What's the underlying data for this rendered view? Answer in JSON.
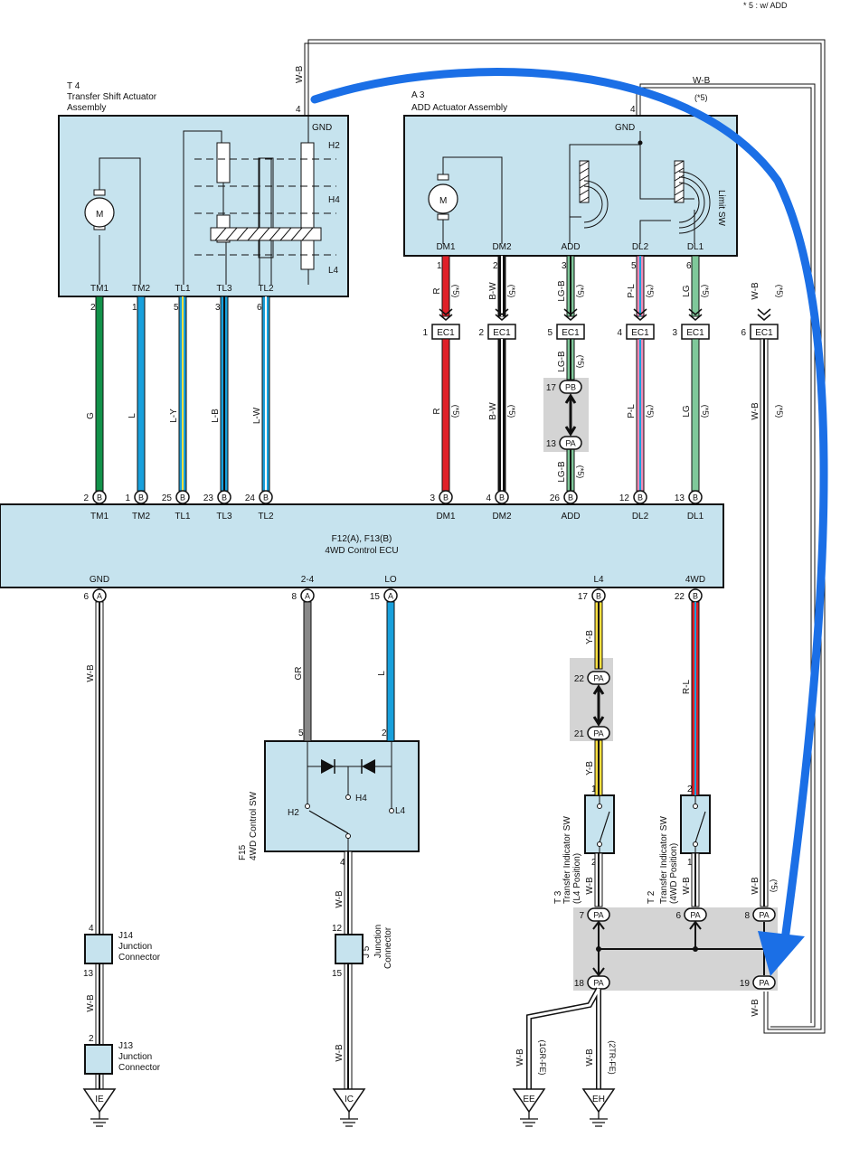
{
  "note": "* 5 : w/ ADD",
  "colors": {
    "arrow": "#1b6fe6",
    "box_fill": "#c6e3ee",
    "splice_bg": "#d4d4d4",
    "G": "#12924a",
    "L": "#18a0dc",
    "R": "#e02028",
    "LG": "#7fc89a",
    "PL": "#f08cb8",
    "Y": "#ffe040",
    "GR": "#888888"
  },
  "t4": {
    "code": "T 4",
    "name1": "Transfer Shift Actuator",
    "name2": "Assembly",
    "top_pin": "4",
    "top_wire": "W-B",
    "gnd": "GND",
    "h2": "H2",
    "h4": "H4",
    "l4": "L4",
    "motor": "M",
    "pins": [
      {
        "name": "TM1",
        "num": "2",
        "wire": "G",
        "ecu_pin": "2",
        "conn": "B"
      },
      {
        "name": "TM2",
        "num": "1",
        "wire": "L",
        "ecu_pin": "1",
        "conn": "B"
      },
      {
        "name": "TL1",
        "num": "5",
        "wire": "L-Y",
        "ecu_pin": "25",
        "conn": "B"
      },
      {
        "name": "TL3",
        "num": "3",
        "wire": "L-B",
        "ecu_pin": "23",
        "conn": "B"
      },
      {
        "name": "TL2",
        "num": "6",
        "wire": "L-W",
        "ecu_pin": "24",
        "conn": "B"
      }
    ]
  },
  "a3": {
    "code": "A 3",
    "name": "ADD Actuator Assembly",
    "top_pin": "4",
    "top_wire": "W-B",
    "top_note": "(*5)",
    "gnd": "GND",
    "limit": "Limit SW",
    "motor": "M",
    "pins": [
      {
        "name": "DM1",
        "num": "1",
        "wire": "R",
        "note": "(*5)",
        "ec_pin": "1",
        "ec": "EC1",
        "ecu_pin": "3",
        "ecu_conn": "B"
      },
      {
        "name": "DM2",
        "num": "2",
        "wire": "B-W",
        "note": "(*5)",
        "ec_pin": "2",
        "ec": "EC1",
        "ecu_pin": "4",
        "ecu_conn": "B"
      },
      {
        "name": "ADD",
        "num": "3",
        "wire": "LG-B",
        "note": "(*5)",
        "ec_pin": "5",
        "ec": "EC1",
        "ecu_pin": "26",
        "ecu_conn": "B"
      },
      {
        "name": "DL2",
        "num": "5",
        "wire": "P-L",
        "note": "(*5)",
        "ec_pin": "4",
        "ec": "EC1",
        "ecu_pin": "12",
        "ecu_conn": "B"
      },
      {
        "name": "DL1",
        "num": "6",
        "wire": "LG",
        "note": "(*5)",
        "ec_pin": "3",
        "ec": "EC1",
        "ecu_pin": "13",
        "ecu_conn": "B"
      }
    ],
    "extra_ec": {
      "ec_pin": "6",
      "ec": "EC1",
      "wire": "W-B",
      "note": "(*5)"
    },
    "lower_wires": [
      "R",
      "B-W",
      "LG-B",
      "P-L",
      "LG",
      "W-B"
    ],
    "lower_notes": [
      "(*5)",
      "(*5)",
      "(*5)",
      "(*5)",
      "(*5)",
      "(*5)"
    ]
  },
  "pb_splice": {
    "top_num": "17",
    "top": "PB",
    "bot_num": "13",
    "bot": "PA",
    "wire": "LG-B",
    "note": "(*5)"
  },
  "ecu": {
    "name1": "F12(A), F13(B)",
    "name2": "4WD Control ECU",
    "bottom": [
      {
        "name": "GND",
        "pin": "6",
        "conn": "A",
        "wire": "W-B"
      },
      {
        "name": "2-4",
        "pin": "8",
        "conn": "A",
        "wire": "GR"
      },
      {
        "name": "LO",
        "pin": "15",
        "conn": "A",
        "wire": "L"
      },
      {
        "name": "L4",
        "pin": "17",
        "conn": "B",
        "wire": "Y-B"
      },
      {
        "name": "4WD",
        "pin": "22",
        "conn": "B",
        "wire": "R-L"
      }
    ]
  },
  "f15": {
    "code": "F15",
    "name": "4WD Control SW",
    "pin5": "5",
    "pin2": "2",
    "pin4": "4",
    "h2": "H2",
    "h4": "H4",
    "l4": "L4",
    "wire_out": "W-B"
  },
  "pa_splice_y": {
    "top_num": "22",
    "top": "PA",
    "bot_num": "21",
    "bot": "PA",
    "wire_lower": "Y-B"
  },
  "t3": {
    "code": "T 3",
    "name1": "Transfer Indicator SW",
    "name2": "(L4 Position)",
    "pin1": "1",
    "pin2": "2",
    "wire": "W-B"
  },
  "t2": {
    "code": "T 2",
    "name1": "Transfer Indicator SW",
    "name2": "(4WD Position)",
    "pin2": "2",
    "pin1": "1",
    "wire": "W-B"
  },
  "j14": {
    "code": "J14",
    "name1": "Junction",
    "name2": "Connector",
    "pin_top": "4",
    "pin_bot": "13",
    "wire": "W-B"
  },
  "j13": {
    "code": "J13",
    "name1": "Junction",
    "name2": "Connector",
    "pin_top": "2"
  },
  "j5": {
    "code": "J 5",
    "name1": "Junction",
    "name2": "Connector",
    "pin_top": "12",
    "pin_bot": "15",
    "wire": "W-B"
  },
  "pa_splice_gnd": {
    "pins": [
      {
        "num": "7",
        "name": "PA"
      },
      {
        "num": "6",
        "name": "PA"
      },
      {
        "num": "8",
        "name": "PA"
      },
      {
        "num": "18",
        "name": "PA"
      },
      {
        "num": "19",
        "name": "PA"
      }
    ],
    "wire_right": "W-B",
    "note_right": "(*5)",
    "wire_bottom": "W-B"
  },
  "grounds": [
    {
      "name": "IE"
    },
    {
      "name": "IC"
    },
    {
      "name": "EE",
      "wire": "W-B",
      "note": "(1GR-FE)"
    },
    {
      "name": "EH",
      "wire": "W-B",
      "note": "(2TR-FE)"
    }
  ]
}
